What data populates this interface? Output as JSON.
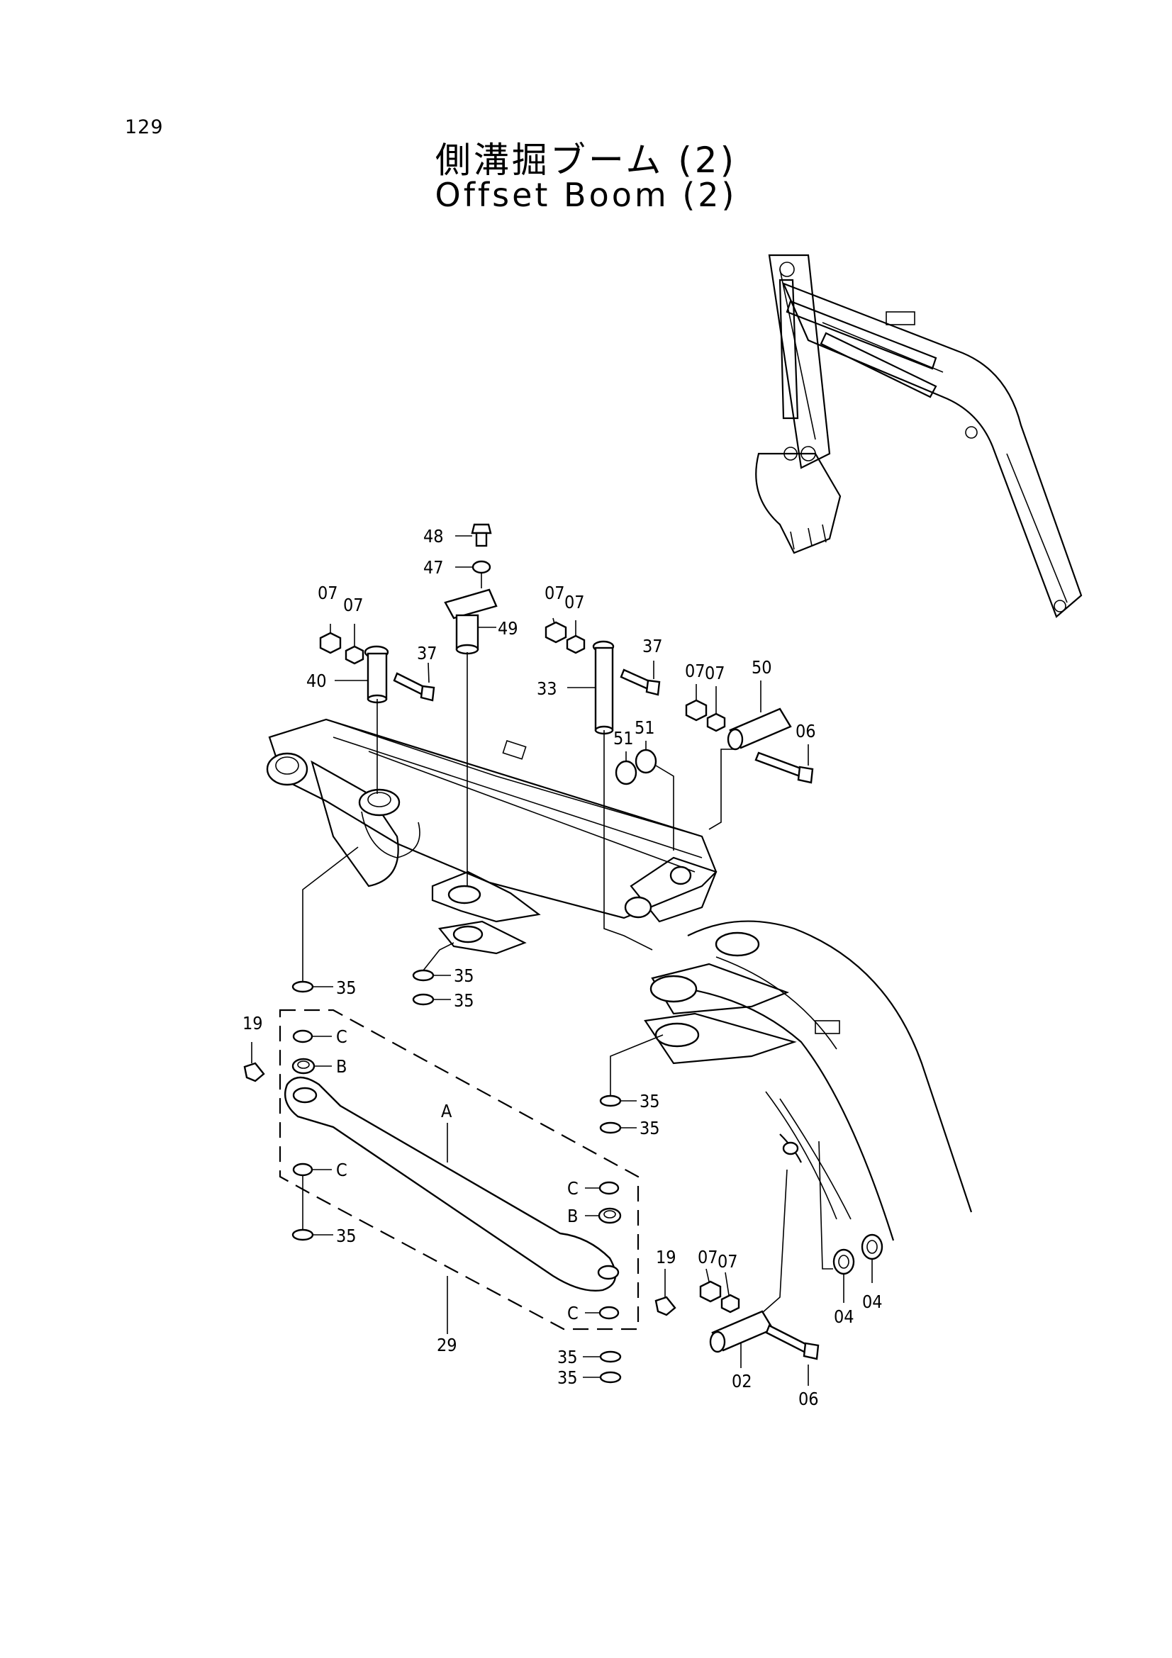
{
  "page": {
    "number": "129",
    "title_jp": "側溝掘ブーム (2)",
    "title_en": "Offset Boom (2)"
  },
  "callouts": [
    {
      "id": "c48",
      "text": "48"
    },
    {
      "id": "c47",
      "text": "47"
    },
    {
      "id": "c49",
      "text": "49"
    },
    {
      "id": "c07a",
      "text": "07"
    },
    {
      "id": "c07b",
      "text": "07"
    },
    {
      "id": "c37a",
      "text": "37"
    },
    {
      "id": "c40",
      "text": "40"
    },
    {
      "id": "c07c",
      "text": "07"
    },
    {
      "id": "c07d",
      "text": "07"
    },
    {
      "id": "c37b",
      "text": "37"
    },
    {
      "id": "c33",
      "text": "33"
    },
    {
      "id": "c07e",
      "text": "07"
    },
    {
      "id": "c07f",
      "text": "07"
    },
    {
      "id": "c50",
      "text": "50"
    },
    {
      "id": "c06a",
      "text": "06"
    },
    {
      "id": "c51a",
      "text": "51"
    },
    {
      "id": "c51b",
      "text": "51"
    },
    {
      "id": "c35a",
      "text": "35"
    },
    {
      "id": "c35b",
      "text": "35"
    },
    {
      "id": "c35c",
      "text": "35"
    },
    {
      "id": "c19a",
      "text": "19"
    },
    {
      "id": "cCa",
      "text": "C"
    },
    {
      "id": "cBa",
      "text": "B"
    },
    {
      "id": "cA",
      "text": "A"
    },
    {
      "id": "cCb",
      "text": "C"
    },
    {
      "id": "c35d",
      "text": "35"
    },
    {
      "id": "c35e",
      "text": "35"
    },
    {
      "id": "c35f",
      "text": "35"
    },
    {
      "id": "cCc",
      "text": "C"
    },
    {
      "id": "cBb",
      "text": "B"
    },
    {
      "id": "c19b",
      "text": "19"
    },
    {
      "id": "cCd",
      "text": "C"
    },
    {
      "id": "c29",
      "text": "29"
    },
    {
      "id": "c35g",
      "text": "35"
    },
    {
      "id": "c35h",
      "text": "35"
    },
    {
      "id": "c07g",
      "text": "07"
    },
    {
      "id": "c07h",
      "text": "07"
    },
    {
      "id": "c02",
      "text": "02"
    },
    {
      "id": "c06b",
      "text": "06"
    },
    {
      "id": "c04a",
      "text": "04"
    },
    {
      "id": "c04b",
      "text": "04"
    }
  ]
}
